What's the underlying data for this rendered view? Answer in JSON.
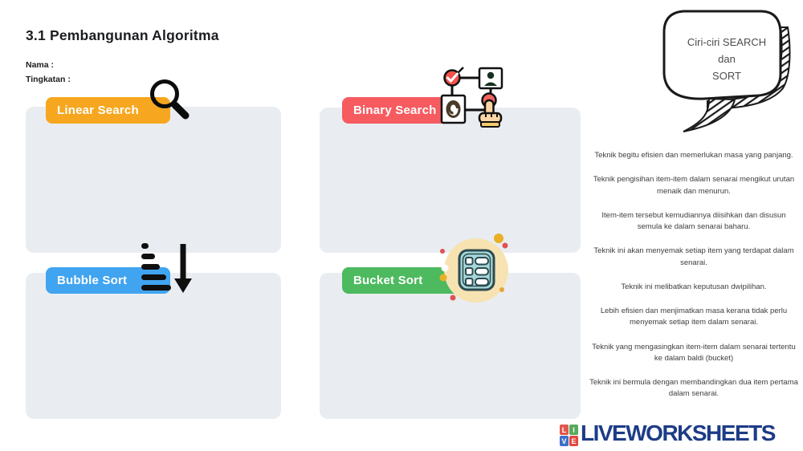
{
  "header": {
    "title": "3.1 Pembangunan Algoritma",
    "name_label": "Nama :",
    "form_label": "Tingkatan :"
  },
  "speech_bubble": {
    "lines": [
      "Ciri-ciri SEARCH",
      "dan",
      "SORT"
    ]
  },
  "categories": [
    {
      "label": "Linear Search",
      "color": "#f6a71f",
      "icon": "magnifier-icon"
    },
    {
      "label": "Binary Search",
      "color": "#f65b60",
      "icon": "decision-flow-icon"
    },
    {
      "label": "Bubble Sort",
      "color": "#41a4f0",
      "icon": "sort-bars-icon"
    },
    {
      "label": "Bucket Sort",
      "color": "#4dba5f",
      "icon": "list-pad-icon"
    }
  ],
  "statements": [
    "Teknik begitu efisien dan memerlukan masa yang panjang.",
    "Teknik pengisihan item-item dalam senarai mengikut urutan menaik dan menurun.",
    "Item-item tersebut kemudiannya diisihkan dan disusun semula ke dalam senarai baharu.",
    "Teknik ini akan menyemak setiap item yang terdapat dalam senarai.",
    "Teknik ini melibatkan keputusan dwipilihan.",
    "Lebih efisien dan menjimatkan masa kerana tidak perlu menyemak setiap item dalam senarai.",
    "Teknik yang mengasingkan item-item dalam senarai tertentu ke dalam baldi (bucket)",
    "Teknik ini bermula dengan membandingkan dua item pertama dalam senarai."
  ],
  "logo": {
    "text": "LIVEWORKSHEETS",
    "color": "#1d3c87",
    "tiles": [
      "L",
      "I",
      "V",
      "E"
    ],
    "tile_colors": [
      "#e2574c",
      "#56ab5e",
      "#3e6fc9",
      "#e24840"
    ]
  }
}
